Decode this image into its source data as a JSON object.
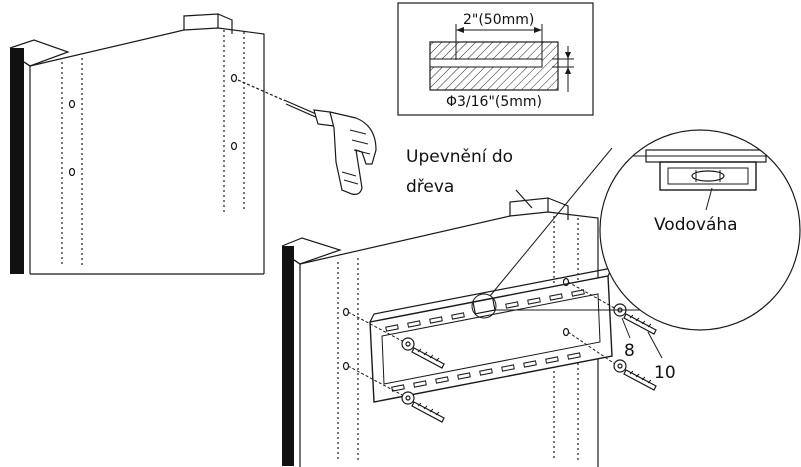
{
  "labels": {
    "drill_length": "2\"(50mm)",
    "drill_diameter": "Φ3/16\"(5mm)",
    "wood_mount": "Upevnění do",
    "wood_mount_2": "dřeva",
    "level": "Vodováha",
    "part_washer": "8",
    "part_screw": "10"
  },
  "colors": {
    "line": "#1a1a1a",
    "wall_edge": "#111111",
    "background": "#ffffff"
  }
}
